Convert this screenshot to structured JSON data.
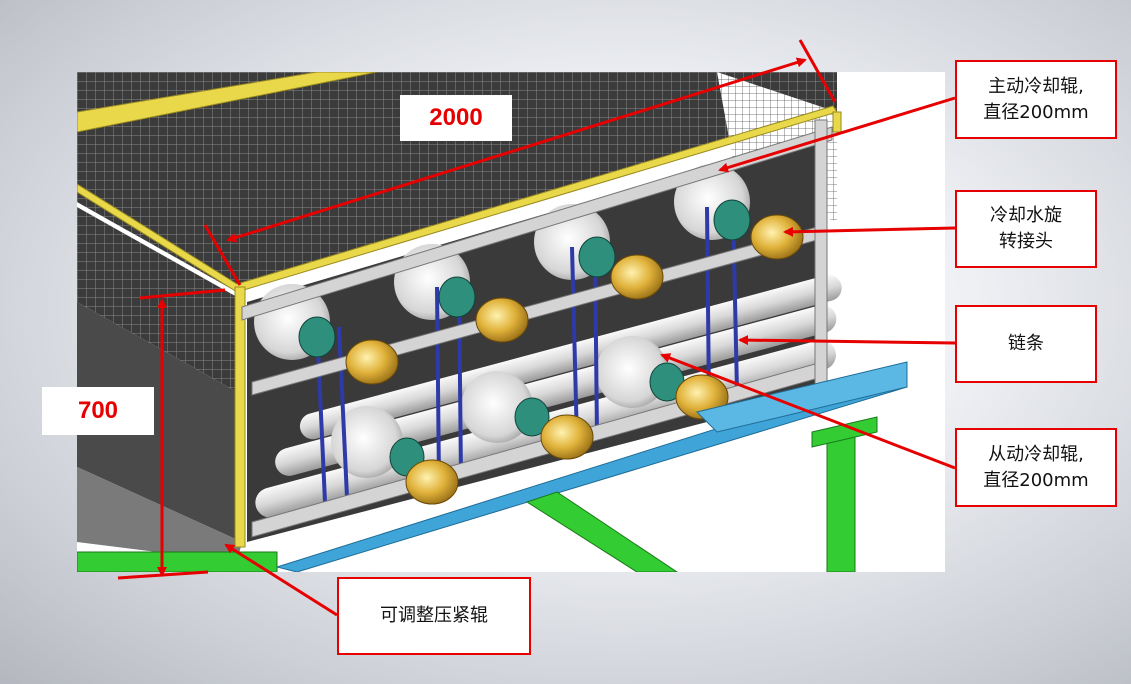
{
  "dimensions": {
    "length": "2000",
    "height": "700"
  },
  "callouts": {
    "drive_roller": "主动冷却辊,\n直径200mm",
    "rotary_joint": "冷却水旋\n转接头",
    "chain": "链条",
    "driven_roller": "从动冷却辊,\n直径200mm",
    "pressure_roller": "可调整压紧辊"
  },
  "colors": {
    "annotation": "#e60000",
    "frame": "#d4d4d4",
    "frame_edge_yellow": "#e8d84a",
    "rail_blue": "#3fa4d8",
    "stand_green": "#33cc33",
    "chain_blue": "#2e3aa8",
    "joint_brass": "#e0b23a",
    "bearing_teal": "#2e8f7c"
  }
}
